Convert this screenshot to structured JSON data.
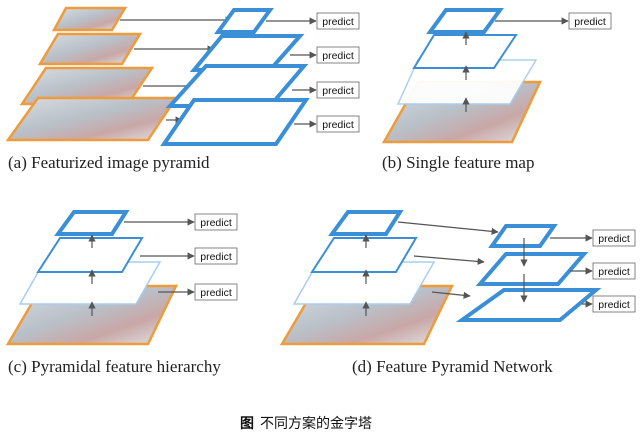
{
  "predict_label": "predict",
  "panels": {
    "a": {
      "caption": "(a) Featurized image pyramid"
    },
    "b": {
      "caption": "(b) Single feature map"
    },
    "c": {
      "caption": "(c) Pyramidal feature hierarchy"
    },
    "d": {
      "caption": "(d) Feature Pyramid Network"
    }
  },
  "figure_title": {
    "prefix": "图",
    "text": "不同方案的金字塔"
  },
  "colors": {
    "feature_blue": "#3a8fd6",
    "faint_blue": "#a9cdee",
    "image_orange": "#ee9b3a",
    "arrow_gray": "#555555"
  }
}
